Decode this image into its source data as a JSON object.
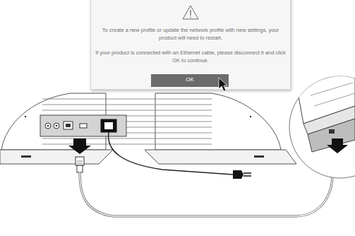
{
  "diagram": {
    "nodes": [
      {
        "text": [
          "To create a new profile or update the network profile with new settings, your product will need to restart.",
          "If your product is connected with an Ethernet cable, please disconnect it and click OK to continue."
        ]
      },
      {
        "text": [
          "OK"
        ],
        "in": 0
      }
    ]
  }
}
